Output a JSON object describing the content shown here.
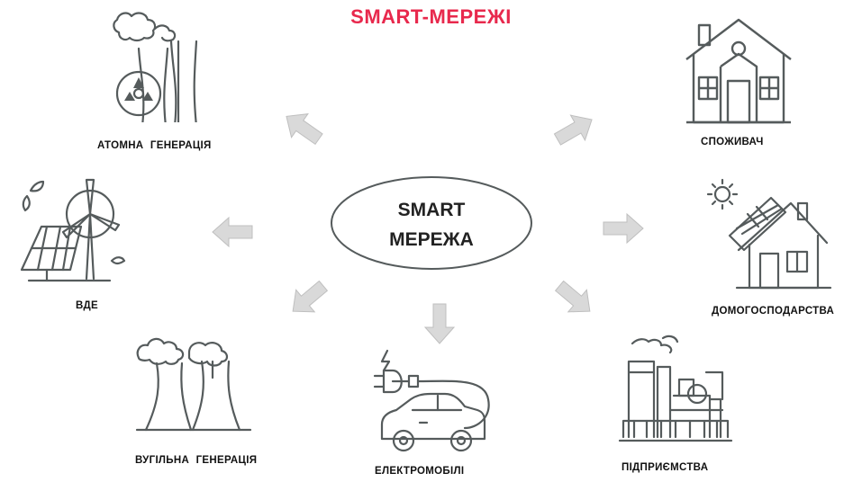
{
  "title": "SMART-МЕРЕЖІ",
  "center": {
    "line1": "SMART",
    "line2": "МЕРЕЖА"
  },
  "nodes": {
    "nuclear": "АТОМНА ГЕНЕРАЦІЯ",
    "consumer": "СПОЖИВАЧ",
    "renewable": "ВДЕ",
    "household": "ДОМОГОСПОДАРСТВА",
    "coal": "ВУГІЛЬНА ГЕНЕРАЦІЯ",
    "ev": "ЕЛЕКТРОМОБІЛІ",
    "enterprise": "ПІДПРИЄМСТВА"
  },
  "colors": {
    "title": "#e8294d",
    "icon_stroke": "#555b5c",
    "arrow_fill": "#d9d9d9",
    "arrow_stroke": "#bfbfbf"
  }
}
